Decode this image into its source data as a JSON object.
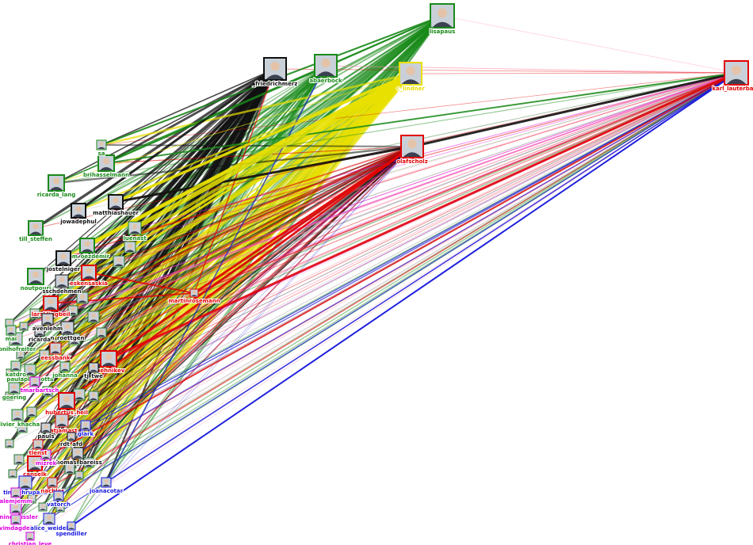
{
  "colors": {
    "green": "#1a8a1a",
    "black": "#111111",
    "yellow": "#e8e000",
    "red": "#e00000",
    "blue": "#1a1ae0",
    "magenta": "#e000e0",
    "pink": "#ff88aa",
    "grey": "#888888"
  },
  "nodes": [
    {
      "id": "lisapaus",
      "label": "lisapaus",
      "color": "green"
    },
    {
      "id": "karl_lauterbach",
      "label": "karl_lauterbach",
      "color": "red"
    },
    {
      "id": "_friedrichmerz",
      "label": "_friedrichmerz",
      "color": "black"
    },
    {
      "id": "abaerbock",
      "label": "abaerbock",
      "color": "green"
    },
    {
      "id": "c_lindner",
      "label": "c_lindner",
      "color": "yellow"
    },
    {
      "id": "olafscholz",
      "label": "olafscholz",
      "color": "red"
    },
    {
      "id": "brihasselmann",
      "label": "brihasselmann",
      "color": "green"
    },
    {
      "id": "ricarda_lang",
      "label": "ricarda_lang",
      "color": "green"
    },
    {
      "id": "matthiashauer",
      "label": "matthiashauer",
      "color": "black"
    },
    {
      "id": "jowadephul",
      "label": "jowadephul",
      "color": "black"
    },
    {
      "id": "till_steffen",
      "label": "till_steffen",
      "color": "green"
    },
    {
      "id": "cem_oezdemir",
      "label": "cem_oezdemir",
      "color": "green"
    },
    {
      "id": "jostelniger",
      "label": "jostelniger",
      "color": "black"
    },
    {
      "id": "noutpouri",
      "label": "noutpouri",
      "color": "green"
    },
    {
      "id": "eskensaskia",
      "label": "eskensaskia",
      "color": "red"
    },
    {
      "id": "martinrosemann",
      "label": "martinrosemann",
      "color": "red"
    },
    {
      "id": "larsklingbeil",
      "label": "larsklingbeil",
      "color": "red"
    },
    {
      "id": "n_roettgen",
      "label": "n_roettgen",
      "color": "black"
    },
    {
      "id": "tonihofreiter",
      "label": "tonihofreiter",
      "color": "green"
    },
    {
      "id": "kuehnikev",
      "label": "kuehnikev",
      "color": "red"
    },
    {
      "id": "paulaplechotta",
      "label": "paulaplechotta",
      "color": "green"
    },
    {
      "id": "dietmarbartsch",
      "label": "dietmarbartsch",
      "color": "magenta"
    },
    {
      "id": "goering",
      "label": "goering",
      "color": "green"
    },
    {
      "id": "hubertus_heil",
      "label": "hubertus_heil",
      "color": "red"
    },
    {
      "id": "katjamast",
      "label": "katjamast",
      "color": "red"
    },
    {
      "id": "thomas_bareiss",
      "label": "thomas_bareiss",
      "color": "black"
    },
    {
      "id": "canselk",
      "label": "canselk",
      "color": "red"
    },
    {
      "id": "tino_chrupalla",
      "label": "tino_chrupalla",
      "color": "blue"
    },
    {
      "id": "joanacotar",
      "label": "joanacotar",
      "color": "blue"
    },
    {
      "id": "janine_wissler",
      "label": "janine_wissler",
      "color": "magenta"
    },
    {
      "id": "sevimdagdelen",
      "label": "sevimdagdelen",
      "color": "magenta"
    },
    {
      "id": "alice_weidel",
      "label": "alice_weidel",
      "color": "blue"
    },
    {
      "id": "spendiller",
      "label": "spendiller",
      "color": "blue"
    },
    {
      "id": "christian_leye",
      "label": "christian_leye",
      "color": "magenta"
    },
    {
      "id": "mai",
      "label": "mai",
      "color": "green"
    },
    {
      "id": "ricarda",
      "label": "ricarda",
      "color": "black"
    },
    {
      "id": "ravenlehm",
      "label": "avenlehm",
      "color": "black"
    },
    {
      "id": "katdro",
      "label": "katdro",
      "color": "green"
    },
    {
      "id": "sa",
      "label": "sa",
      "color": "green"
    },
    {
      "id": "luenast",
      "label": "luenast",
      "color": "green"
    },
    {
      "id": "sschdehmen",
      "label": "sschdehmen",
      "color": "black"
    },
    {
      "id": "eessbank",
      "label": "eessbank",
      "color": "red"
    },
    {
      "id": "johanna",
      "label": "johanna",
      "color": "green"
    },
    {
      "id": "tj_twe",
      "label": "tj_twe",
      "color": "black"
    },
    {
      "id": "pauls",
      "label": "pauls",
      "color": "black"
    },
    {
      "id": "olivier_kh",
      "label": "olivier_khacha",
      "color": "green"
    },
    {
      "id": "mizrek",
      "label": "mizrek",
      "color": "magenta"
    },
    {
      "id": "nachler",
      "label": "nachler",
      "color": "red"
    },
    {
      "id": "alemjemm",
      "label": "alemjemm",
      "color": "magenta"
    },
    {
      "id": "vatorch",
      "label": "vatorch",
      "color": "blue"
    },
    {
      "id": "rdt_afd",
      "label": "rdt_afd",
      "color": "black"
    },
    {
      "id": "tlenst",
      "label": "tlenst",
      "color": "red"
    },
    {
      "id": "glark",
      "label": "glark",
      "color": "blue"
    }
  ]
}
